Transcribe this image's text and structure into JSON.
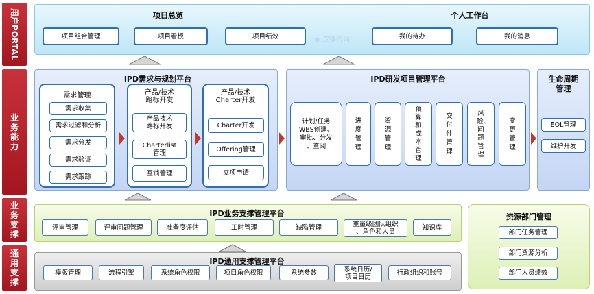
{
  "sidebar": {
    "portal": "用户PORTAL",
    "capability": "业务能力",
    "support": "业务支撑",
    "common": "通用支撑"
  },
  "portal": {
    "project_overview": {
      "title": "项目总览",
      "items": [
        "项目组合管理",
        "项目看板",
        "项目绩效"
      ]
    },
    "workbench": {
      "title": "个人工作台",
      "items": [
        "我的待办",
        "我的消息"
      ]
    },
    "watermark": "汉捷咨询"
  },
  "planning": {
    "title": "IPD需求与规划平台",
    "requirements": {
      "title": "需求管理",
      "items": [
        "需求收集",
        "需求过滤和分析",
        "需求分发",
        "需求验证",
        "需求跟踪"
      ]
    },
    "roadmap": {
      "title": "产品/技术\n路标开发",
      "items": [
        "产品技术\n路标开发",
        "Charterlist\n管理",
        "互锁管理"
      ]
    },
    "charter": {
      "title": "产品/技术\nCharter开发",
      "items": [
        "Charter开发",
        "Offering管理",
        "立项申请"
      ]
    }
  },
  "rd_platform": {
    "title": "IPD研发项目管理平台",
    "plan_item": "计划/任务\nWBS创建、\n审批、分发\n、查阅",
    "items": [
      "进度管理",
      "资源管理",
      "预算和成本管理",
      "交付件管理",
      "风险、问题管理",
      "变更管理"
    ]
  },
  "lifecycle": {
    "title": "生命周期\n管理",
    "items": [
      "EOL管理",
      "维护开发"
    ]
  },
  "business_support": {
    "title": "IPD业务支撑管理平台",
    "items": [
      "评审管理",
      "评审问题管理",
      "准备度评估",
      "工时管理",
      "缺陷管理",
      "重量级团队组织\n、角色和人员",
      "知识库"
    ]
  },
  "resource_dept": {
    "title": "资源部门管理",
    "items": [
      "部门任务管理",
      "部门资源分析",
      "部门人员绩效"
    ]
  },
  "common_support": {
    "title": "IPD通用支撑管理平台",
    "items": [
      "模版管理",
      "流程引擎",
      "系统角色权限",
      "项目角色权限",
      "系统参数",
      "系统日历/\n项目日历",
      "行政组织和账号"
    ]
  },
  "colors": {
    "sidebar_red": "#b31e27",
    "border_blue": "#2e6fb6",
    "arrow_red": "#c0392b"
  }
}
